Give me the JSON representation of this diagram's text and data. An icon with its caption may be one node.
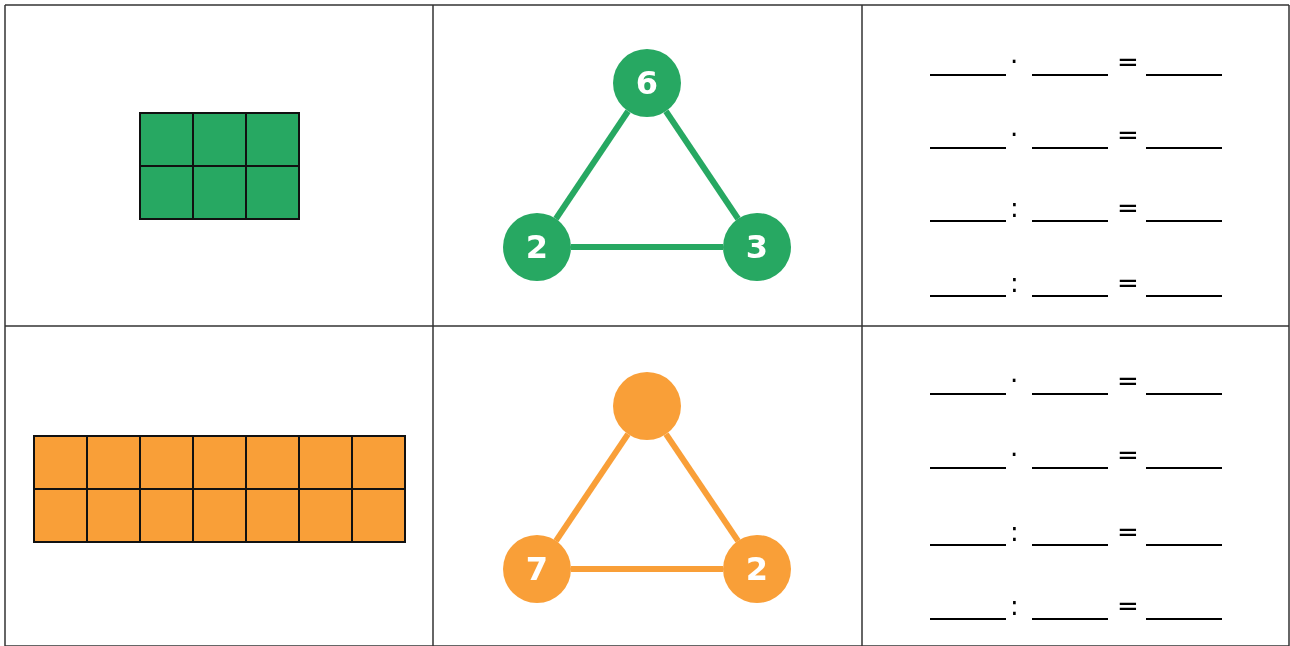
{
  "diagram": {
    "nodes": [
      {
        "text": [
          "6"
        ]
      },
      {
        "text": [
          "2"
        ]
      },
      {
        "text": [
          "3"
        ]
      },
      {
        "text": [],
        "shape": "circle"
      },
      {
        "text": [
          "7"
        ]
      },
      {
        "text": [
          "2"
        ]
      }
    ],
    "edges": [
      {
        "from": 0,
        "to": 1,
        "arrow": "none",
        "color": "#27a862"
      },
      {
        "from": 0,
        "to": 2,
        "arrow": "none",
        "color": "#27a862"
      },
      {
        "from": 1,
        "to": 2,
        "arrow": "none",
        "color": "#27a862"
      },
      {
        "from": 3,
        "to": 4,
        "arrow": "none",
        "color": "#f99f38"
      },
      {
        "from": 3,
        "to": 5,
        "arrow": "none",
        "color": "#f99f38"
      },
      {
        "from": 4,
        "to": 5,
        "arrow": "none",
        "color": "#f99f38"
      }
    ],
    "labels": [
      "·",
      "=",
      "·",
      "=",
      ":",
      "=",
      ":",
      "=",
      "·",
      "=",
      "·",
      "=",
      ":",
      "=",
      ":",
      "="
    ]
  }
}
